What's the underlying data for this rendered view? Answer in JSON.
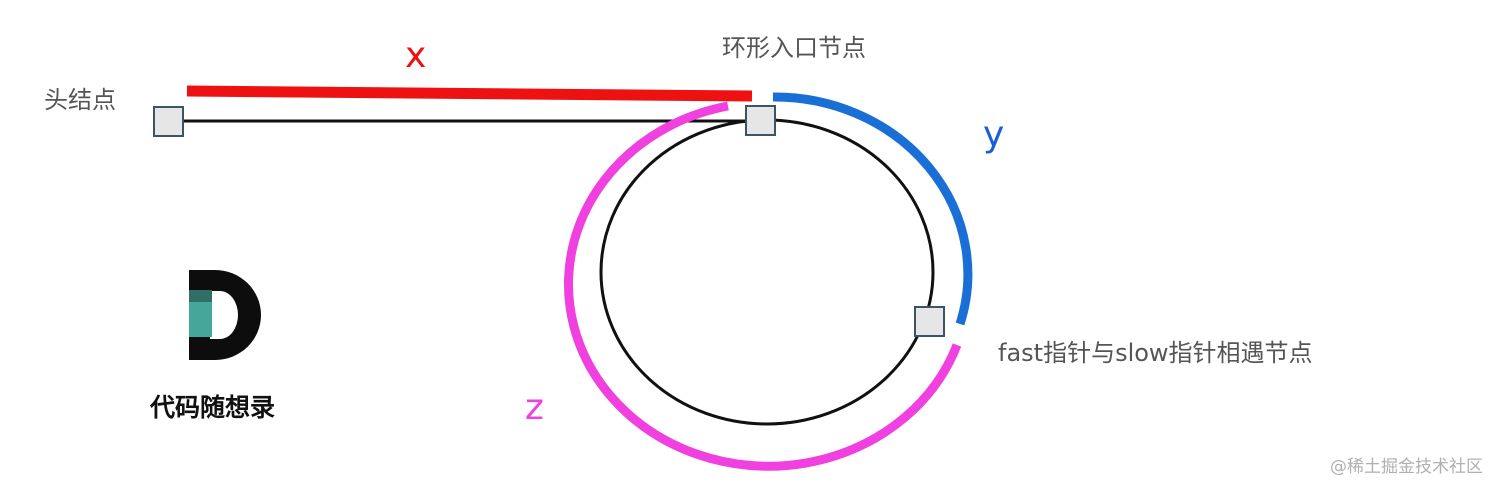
{
  "labels": {
    "head": "头结点",
    "entry": "环形入口节点",
    "meet": "fast指针与slow指针相遇节点"
  },
  "segments": {
    "x": {
      "label": "x",
      "color": "#ee1111"
    },
    "y": {
      "label": "y",
      "color": "#1a6fd6"
    },
    "z": {
      "label": "z",
      "color": "#f040e0"
    }
  },
  "brand": {
    "name": "代码随想录",
    "logo_icon": "letter-d-logo"
  },
  "watermark": "@稀土掘金技术社区"
}
